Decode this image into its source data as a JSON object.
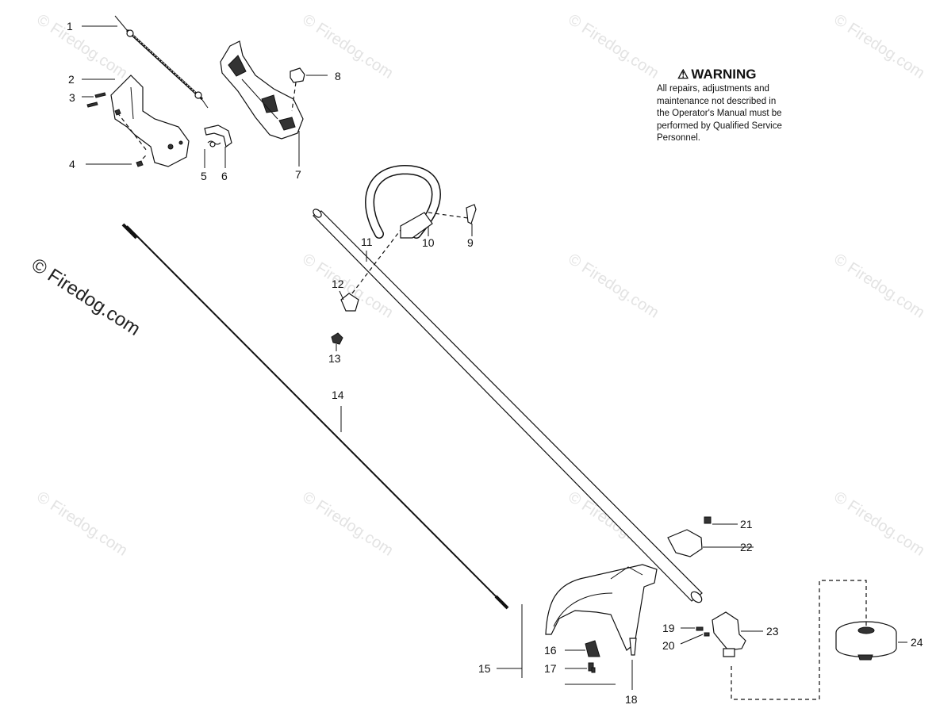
{
  "watermark": {
    "text": "© Firedog.com"
  },
  "warning": {
    "icon": "warning-triangle-icon",
    "title": "WARNING",
    "lines": [
      "All repairs, adjustments and",
      "maintenance not described in",
      "the Operator's Manual must be",
      "performed by Qualified Service",
      "Personnel."
    ]
  },
  "callouts": [
    "1",
    "2",
    "3",
    "4",
    "5",
    "6",
    "7",
    "8",
    "9",
    "10",
    "11",
    "12",
    "13",
    "14",
    "15",
    "16",
    "17",
    "18",
    "19",
    "20",
    "21",
    "22",
    "23",
    "24"
  ]
}
